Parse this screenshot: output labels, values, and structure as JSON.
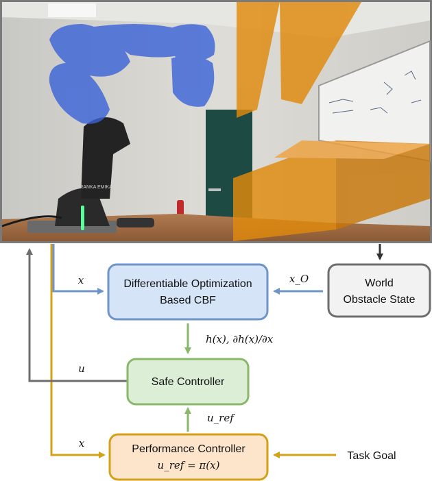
{
  "robot_scene": {
    "robot_brand": "FRANKA EMIKA"
  },
  "boxes": {
    "cbf": {
      "line1": "Differentiable Optimization",
      "line2": "Based CBF"
    },
    "world": {
      "line1": "World",
      "line2": "Obstacle State"
    },
    "safe": {
      "label": "Safe Controller"
    },
    "perf": {
      "label": "Performance Controller",
      "equation": "u_ref = π(x)"
    }
  },
  "inputs": {
    "task_goal": "Task Goal"
  },
  "edge_labels": {
    "x_to_cbf": "x",
    "xO_to_cbf": "x_O",
    "h_to_safe": "h(x), ∂h(x)/∂x",
    "u_to_robot": "u",
    "uref_to_safe": "u_ref",
    "x_to_perf": "x"
  },
  "colors": {
    "blue": "#6f94c8",
    "blue_fill": "#d5e4f7",
    "gray": "#6d6d6d",
    "gray_fill": "#f2f2f2",
    "green": "#8ab86a",
    "green_fill": "#dcefd6",
    "orange": "#d4a017",
    "orange_fill": "#fde5cc",
    "robot_overlay": "#3a62d8",
    "obstacle": "#e08a0c"
  }
}
